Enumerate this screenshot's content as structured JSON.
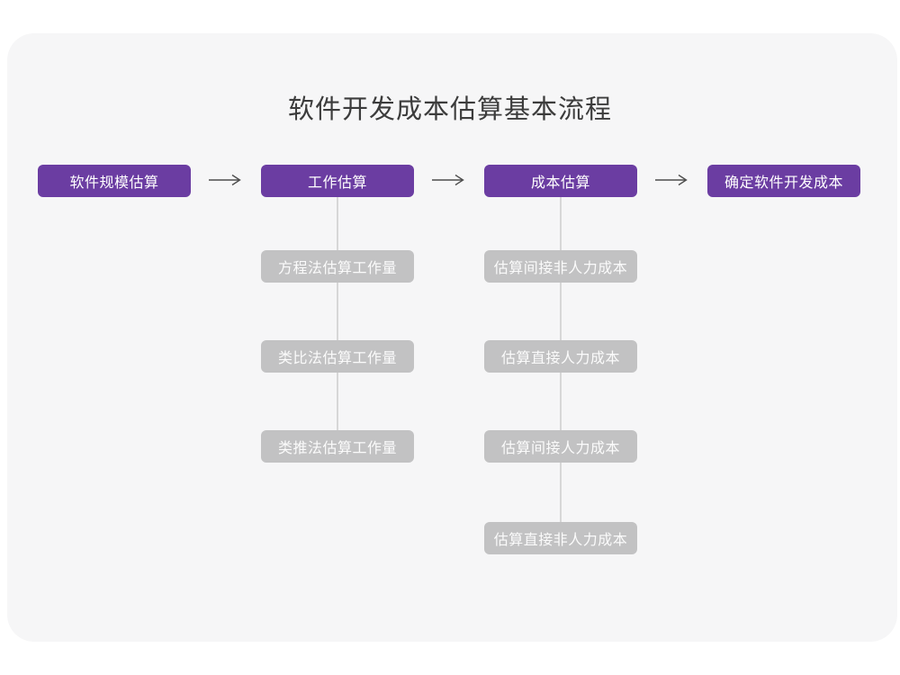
{
  "title": "软件开发成本估算基本流程",
  "flow": {
    "main_steps": [
      {
        "label": "软件规模估算",
        "substeps": []
      },
      {
        "label": "工作估算",
        "substeps": [
          "方程法估算工作量",
          "类比法估算工作量",
          "类推法估算工作量"
        ]
      },
      {
        "label": "成本估算",
        "substeps": [
          "估算间接非人力成本",
          "估算直接人力成本",
          "估算间接人力成本",
          "估算直接非人力成本"
        ]
      },
      {
        "label": "确定软件开发成本",
        "substeps": []
      }
    ],
    "arrow_count": 3
  },
  "colors": {
    "main_node": "#6b3da2",
    "sub_node": "#c2c2c3",
    "connector_line": "#d7d7d7",
    "arrow": "#4d4d4d",
    "card_background": "#f6f6f7",
    "page_background": "#ffffff",
    "title_text": "#3c3c3c",
    "node_text": "#ffffff"
  }
}
